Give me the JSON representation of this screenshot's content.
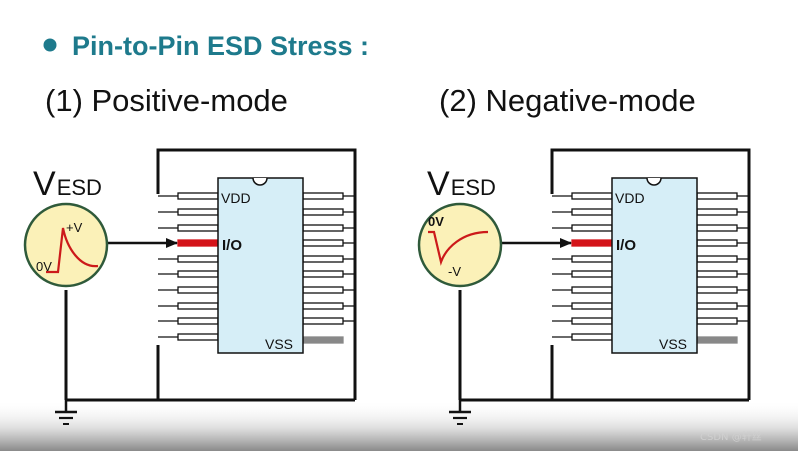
{
  "title": "Pin-to-Pin ESD Stress :",
  "colors": {
    "title": "#1e7a8c",
    "bullet": "#1e7a8c",
    "chip_fill": "#d6eef7",
    "source_fill": "#fbf1b8",
    "source_stroke": "#2f5a3a",
    "waveform": "#cc1a1a",
    "io_pin": "#d4141a",
    "vss_pin": "#888888",
    "wire": "#111111"
  },
  "panels": [
    {
      "id": "positive",
      "heading": "(1) Positive-mode",
      "source": {
        "v_main": "V",
        "v_sub": "ESD",
        "pulse_top": "+V",
        "pulse_bottom": "0V",
        "polarity": "positive"
      },
      "chip": {
        "vdd": "VDD",
        "io": "I/O",
        "vss": "VSS"
      }
    },
    {
      "id": "negative",
      "heading": "(2) Negative-mode",
      "source": {
        "v_main": "V",
        "v_sub": "ESD",
        "pulse_top": "0V",
        "pulse_bottom": "-V",
        "polarity": "negative"
      },
      "chip": {
        "vdd": "VDD",
        "io": "I/O",
        "vss": "VSS"
      }
    }
  ],
  "watermark": "CSDN @轩丝"
}
